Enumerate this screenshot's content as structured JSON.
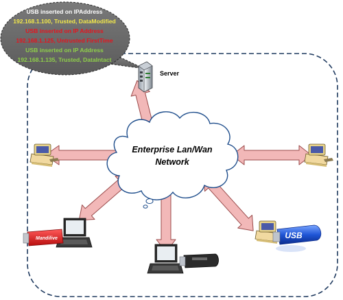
{
  "server": {
    "label": "Server"
  },
  "cloud": {
    "line1": "Enterprise Lan/Wan",
    "line2": "Network"
  },
  "bubble": {
    "lines": [
      {
        "text": "USB inserted on  IPAddress",
        "color": "#ffffff"
      },
      {
        "text": "192.168.1.100,  Trusted, DataModified",
        "color": "#f2e84a"
      },
      {
        "text": "USB inserted on IP Address",
        "color": "#e5141e"
      },
      {
        "text": "192.168.1.125, Untrusted  FirstTime",
        "color": "#e5141e"
      },
      {
        "text": "USB inserted on IP Address",
        "color": "#8fcf4a"
      },
      {
        "text": "192.168.1.135, Trusted, DataIntact",
        "color": "#8fcf4a"
      }
    ]
  },
  "devices": {
    "usb_red_brand": "Mandilive",
    "usb_blue_label": "USB"
  },
  "colors": {
    "arrow_fill": "#f2b8b8",
    "arrow_stroke": "#9a4a4a",
    "boundary": "#1f3a5f",
    "bubble_fill": "#6f6f6f"
  }
}
